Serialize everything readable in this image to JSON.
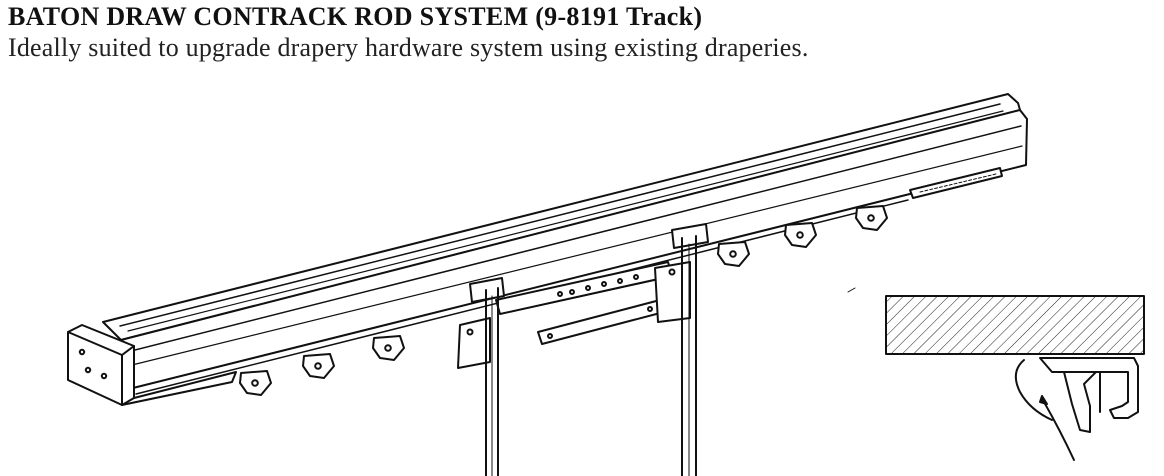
{
  "document": {
    "title": "BATON DRAW CONTRACK ROD SYSTEM (9-8191 Track)",
    "description": "Ideally suited to upgrade drapery hardware system using existing draperies."
  },
  "illustration": {
    "icon": "track-rod-system-illustration",
    "detail_icon": "track-mounting-detail-illustration"
  }
}
